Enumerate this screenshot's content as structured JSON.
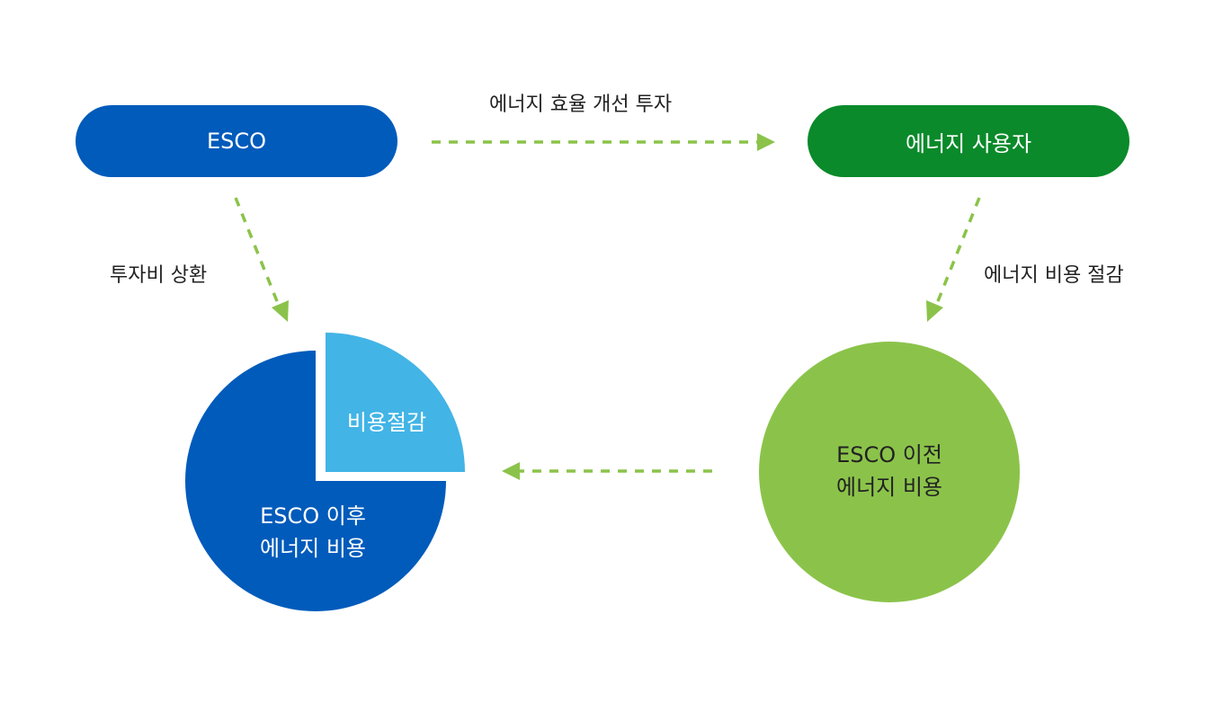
{
  "colors": {
    "esco_blue": "#005bbb",
    "user_green": "#0a8a2a",
    "before_green": "#8bc34a",
    "saving_blue": "#42b4e6",
    "arrow_green": "#8bc34a"
  },
  "nodes": {
    "esco": "ESCO",
    "energy_user": "에너지 사용자"
  },
  "edges": {
    "investment": "에너지 효율 개선 투자",
    "repayment": "투자비 상환",
    "cost_saving": "에너지 비용 절감"
  },
  "before_circle": {
    "line1": "ESCO 이전",
    "line2": "에너지 비용"
  },
  "after_pie": {
    "line1": "ESCO 이후",
    "line2": "에너지 비용",
    "saving_label": "비용절감"
  }
}
